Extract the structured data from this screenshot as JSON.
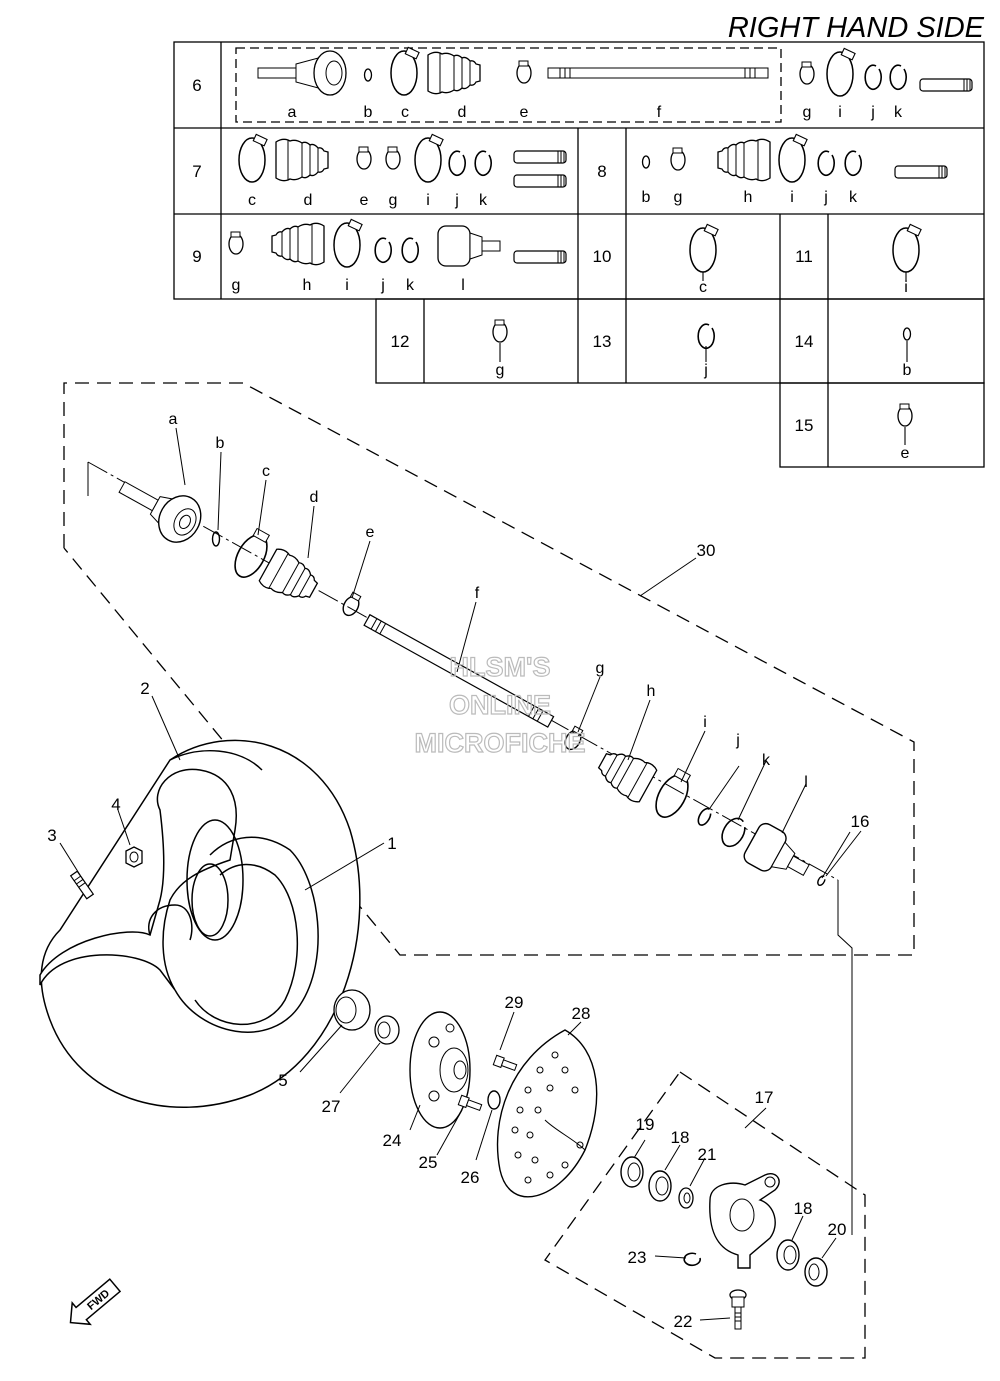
{
  "header": {
    "title": "RIGHT HAND SIDE"
  },
  "kit_table": {
    "rows": [
      {
        "no": "6",
        "letters": [
          "a",
          "b",
          "c",
          "d",
          "e",
          "f",
          "g",
          "i",
          "j",
          "k"
        ]
      },
      {
        "no": "7",
        "letters": [
          "c",
          "d",
          "e",
          "g",
          "i",
          "j",
          "k"
        ]
      },
      {
        "no": "8",
        "letters": [
          "b",
          "g",
          "h",
          "i",
          "j",
          "k"
        ]
      },
      {
        "no": "9",
        "letters": [
          "g",
          "h",
          "i",
          "j",
          "k",
          "l"
        ]
      },
      {
        "no": "10",
        "letters": [
          "c"
        ]
      },
      {
        "no": "11",
        "letters": [
          "i"
        ]
      },
      {
        "no": "12",
        "letters": [
          "g"
        ]
      },
      {
        "no": "13",
        "letters": [
          "j"
        ]
      },
      {
        "no": "14",
        "letters": [
          "b"
        ]
      },
      {
        "no": "15",
        "letters": [
          "e"
        ]
      }
    ]
  },
  "diagram": {
    "shaft_letters": [
      "a",
      "b",
      "c",
      "d",
      "e",
      "f",
      "g",
      "h",
      "i",
      "j",
      "k",
      "l"
    ],
    "part_numbers": [
      "1",
      "2",
      "3",
      "4",
      "5",
      "16",
      "17",
      "18",
      "18",
      "19",
      "20",
      "21",
      "22",
      "23",
      "24",
      "25",
      "26",
      "27",
      "28",
      "29",
      "30"
    ]
  },
  "watermark": {
    "lines": [
      "HLSM'S",
      "ONLINE",
      "MICROFICHE"
    ]
  },
  "fwd_label": "FWD"
}
